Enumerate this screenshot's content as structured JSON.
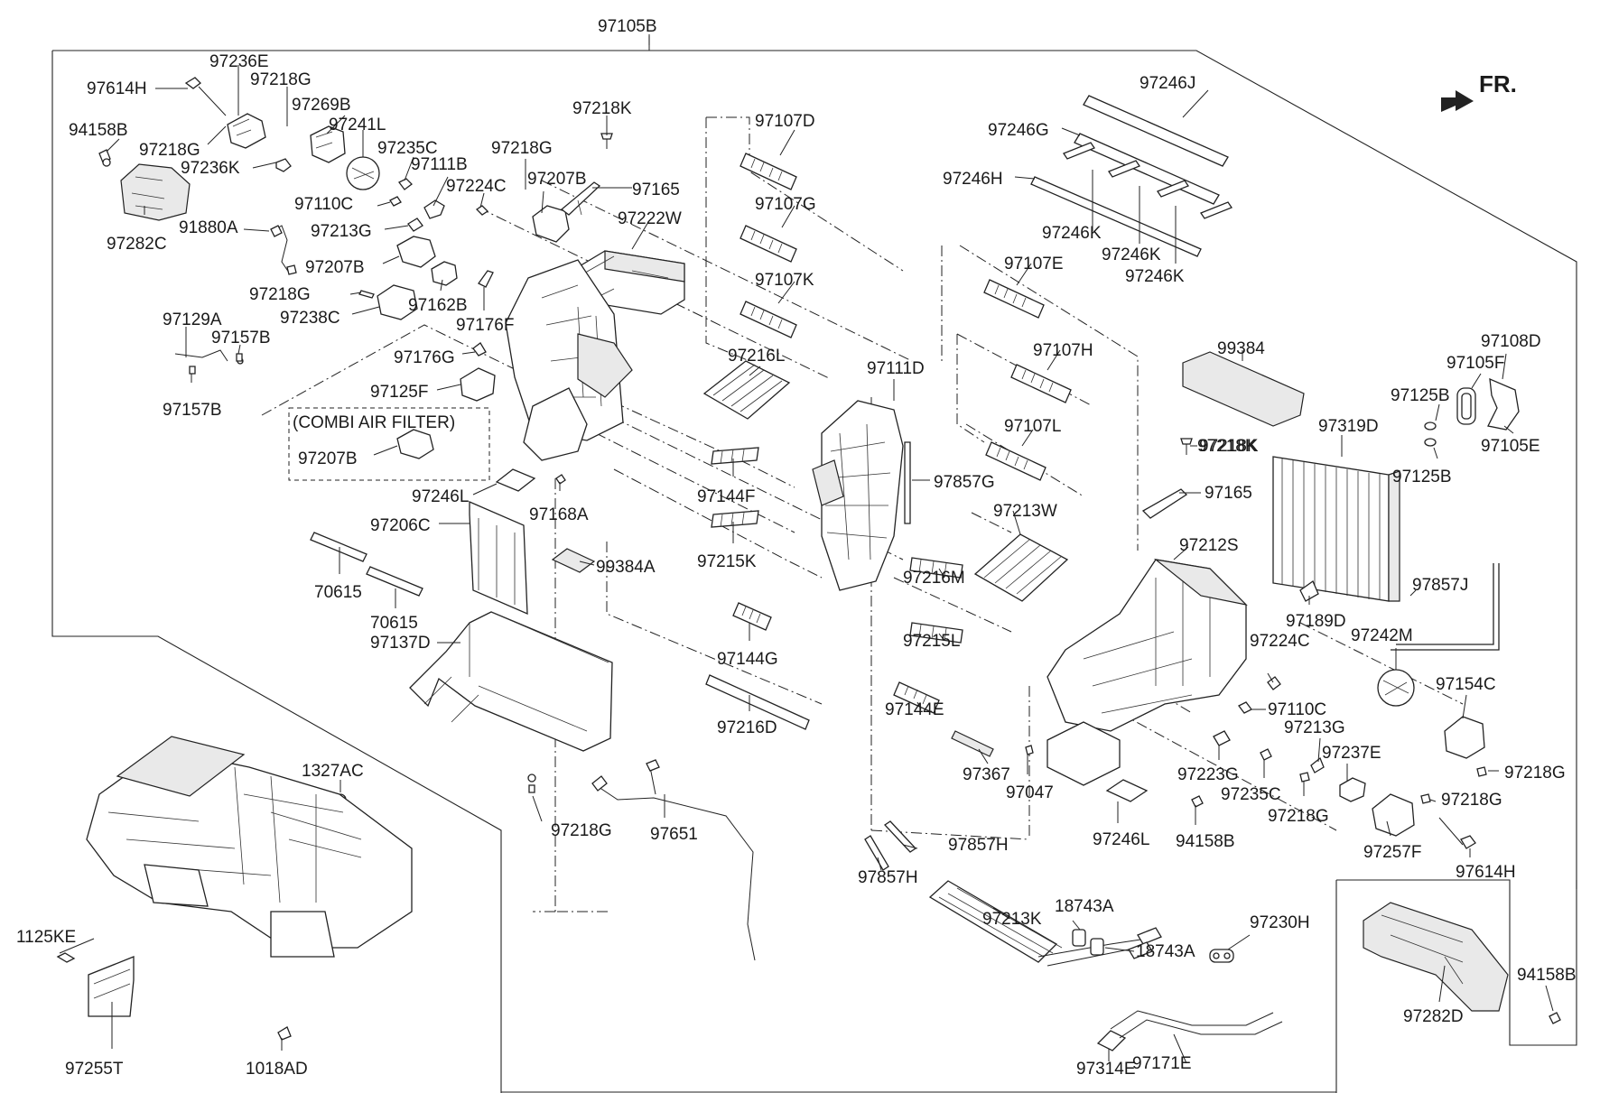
{
  "diagram": {
    "main_assembly": "97105B",
    "direction_label": "FR.",
    "combi_note": "(COMBI AIR FILTER)",
    "labels": [
      {
        "id": "l01",
        "text": "97105B"
      },
      {
        "id": "l02",
        "text": "97236E"
      },
      {
        "id": "l03",
        "text": "97614H"
      },
      {
        "id": "l04",
        "text": "97218G"
      },
      {
        "id": "l05",
        "text": "97269B"
      },
      {
        "id": "l06",
        "text": "94158B"
      },
      {
        "id": "l07",
        "text": "97218G"
      },
      {
        "id": "l08",
        "text": "97241L"
      },
      {
        "id": "l09",
        "text": "97236K"
      },
      {
        "id": "l10",
        "text": "97235C"
      },
      {
        "id": "l11",
        "text": "97111B"
      },
      {
        "id": "l12",
        "text": "97218K"
      },
      {
        "id": "l13",
        "text": "97218G"
      },
      {
        "id": "l14",
        "text": "97107D"
      },
      {
        "id": "l15",
        "text": "97207B"
      },
      {
        "id": "l16",
        "text": "97224C"
      },
      {
        "id": "l17",
        "text": "97165"
      },
      {
        "id": "l18",
        "text": "97110C"
      },
      {
        "id": "l19",
        "text": "97282C"
      },
      {
        "id": "l20",
        "text": "97213G"
      },
      {
        "id": "l21",
        "text": "97222W"
      },
      {
        "id": "l22",
        "text": "97107G"
      },
      {
        "id": "l23",
        "text": "91880A"
      },
      {
        "id": "l24",
        "text": "97207B"
      },
      {
        "id": "l25",
        "text": "97107K"
      },
      {
        "id": "l26",
        "text": "97218G"
      },
      {
        "id": "l27",
        "text": "97162B"
      },
      {
        "id": "l28",
        "text": "97238C"
      },
      {
        "id": "l29",
        "text": "97176F"
      },
      {
        "id": "l30",
        "text": "97129A"
      },
      {
        "id": "l31",
        "text": "97157B"
      },
      {
        "id": "l32",
        "text": "97176G"
      },
      {
        "id": "l33",
        "text": "97216L"
      },
      {
        "id": "l34",
        "text": "97125F"
      },
      {
        "id": "l35",
        "text": "97157B"
      },
      {
        "id": "l36",
        "text": "97207B"
      },
      {
        "id": "l37",
        "text": "97246L"
      },
      {
        "id": "l38",
        "text": "97168A"
      },
      {
        "id": "l39",
        "text": "97144F"
      },
      {
        "id": "l40",
        "text": "97206C"
      },
      {
        "id": "l41",
        "text": "97215K"
      },
      {
        "id": "l42",
        "text": "99384A"
      },
      {
        "id": "l43",
        "text": "70615"
      },
      {
        "id": "l44",
        "text": "70615"
      },
      {
        "id": "l45",
        "text": "97137D"
      },
      {
        "id": "l46",
        "text": "97144G"
      },
      {
        "id": "l47",
        "text": "97216D"
      },
      {
        "id": "l48",
        "text": "1327AC"
      },
      {
        "id": "l49",
        "text": "97218G"
      },
      {
        "id": "l50",
        "text": "97651"
      },
      {
        "id": "l51",
        "text": "1125KE"
      },
      {
        "id": "l52",
        "text": "97255T"
      },
      {
        "id": "l53",
        "text": "1018AD"
      },
      {
        "id": "l54",
        "text": "97246J"
      },
      {
        "id": "l55",
        "text": "97246G"
      },
      {
        "id": "l56",
        "text": "97246H"
      },
      {
        "id": "l57",
        "text": "97246K"
      },
      {
        "id": "l58",
        "text": "97246K"
      },
      {
        "id": "l59",
        "text": "97246K"
      },
      {
        "id": "l60",
        "text": "97107E"
      },
      {
        "id": "l61",
        "text": "97111D"
      },
      {
        "id": "l62",
        "text": "97107H"
      },
      {
        "id": "l63",
        "text": "99384"
      },
      {
        "id": "l64",
        "text": "97107L"
      },
      {
        "id": "l65",
        "text": "97857G"
      },
      {
        "id": "l66",
        "text": "97218K"
      },
      {
        "id": "l67",
        "text": "97213W"
      },
      {
        "id": "l68",
        "text": "97165"
      },
      {
        "id": "l69",
        "text": "97212S"
      },
      {
        "id": "l70",
        "text": "97216M"
      },
      {
        "id": "l71",
        "text": "97215L"
      },
      {
        "id": "l72",
        "text": "97144E"
      },
      {
        "id": "l73",
        "text": "97367"
      },
      {
        "id": "l74",
        "text": "97047"
      },
      {
        "id": "l75",
        "text": "97857H"
      },
      {
        "id": "l76",
        "text": "97857H"
      },
      {
        "id": "l77",
        "text": "97213K"
      },
      {
        "id": "l78",
        "text": "18743A"
      },
      {
        "id": "l79",
        "text": "18743A"
      },
      {
        "id": "l80",
        "text": "97230H"
      },
      {
        "id": "l81",
        "text": "97314E"
      },
      {
        "id": "l82",
        "text": "97171E"
      },
      {
        "id": "l83",
        "text": "97246L"
      },
      {
        "id": "l84",
        "text": "94158B"
      },
      {
        "id": "l85",
        "text": "97223G"
      },
      {
        "id": "l86",
        "text": "97235C"
      },
      {
        "id": "l87",
        "text": "97218G"
      },
      {
        "id": "l88",
        "text": "97224C"
      },
      {
        "id": "l89",
        "text": "97110C"
      },
      {
        "id": "l90",
        "text": "97213G"
      },
      {
        "id": "l91",
        "text": "97237E"
      },
      {
        "id": "l92",
        "text": "97257F"
      },
      {
        "id": "l93",
        "text": "97218G"
      },
      {
        "id": "l94",
        "text": "97614H"
      },
      {
        "id": "l95",
        "text": "97242M"
      },
      {
        "id": "l96",
        "text": "97154C"
      },
      {
        "id": "l97",
        "text": "97218G"
      },
      {
        "id": "l98",
        "text": "97189D"
      },
      {
        "id": "l99",
        "text": "97857J"
      },
      {
        "id": "l100",
        "text": "97319D"
      },
      {
        "id": "l101",
        "text": "97218K"
      },
      {
        "id": "l102",
        "text": "97125B"
      },
      {
        "id": "l103",
        "text": "97125B"
      },
      {
        "id": "l104",
        "text": "97105F"
      },
      {
        "id": "l105",
        "text": "97108D"
      },
      {
        "id": "l106",
        "text": "97105E"
      },
      {
        "id": "l107",
        "text": "94158B"
      },
      {
        "id": "l108",
        "text": "97282D"
      }
    ]
  }
}
